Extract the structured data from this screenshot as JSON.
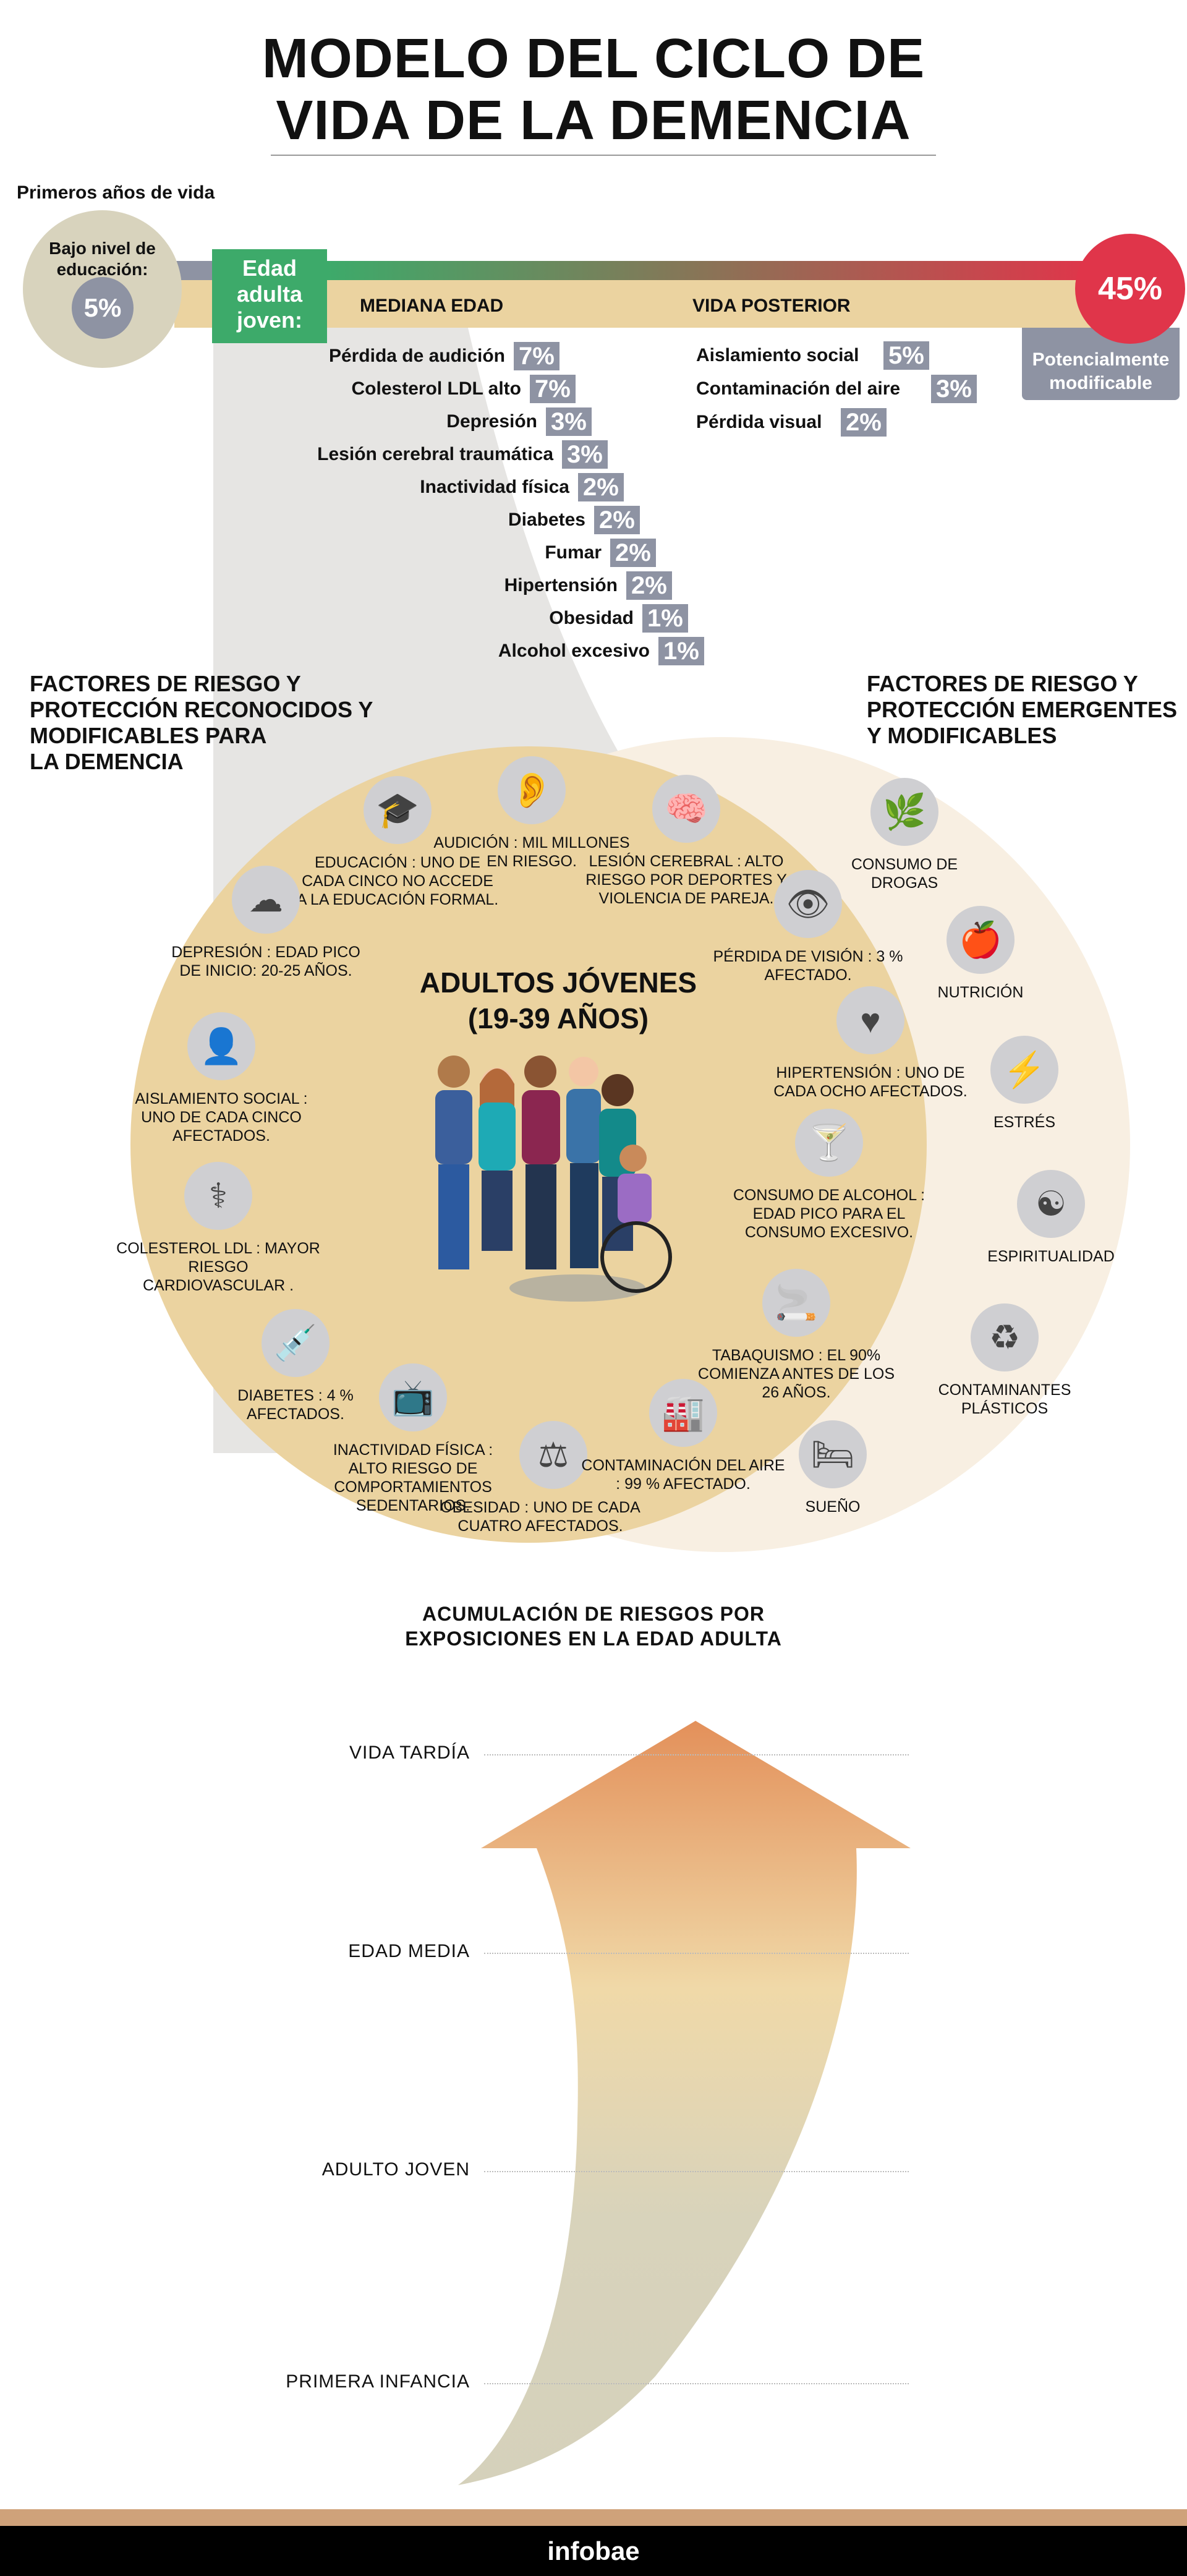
{
  "title": [
    "MODELO DEL CICLO DE",
    "VIDA DE LA DEMENCIA"
  ],
  "timeline": {
    "early_label": "Primeros años de vida",
    "early_factor": "Bajo nivel de educación:",
    "early_value": "5%",
    "young_adult_label": "Edad adulta joven:",
    "midlife_label": "MEDIANA EDAD",
    "later_label": "VIDA POSTERIOR",
    "total_value": "45%",
    "total_caption": "Potencialmente modificable"
  },
  "midlife_factors": [
    {
      "label": "Pérdida de audición",
      "value": "7%"
    },
    {
      "label": "Colesterol LDL alto",
      "value": "7%"
    },
    {
      "label": "Depresión",
      "value": "3%"
    },
    {
      "label": "Lesión cerebral traumática",
      "value": "3%"
    },
    {
      "label": "Inactividad física",
      "value": "2%"
    },
    {
      "label": "Diabetes",
      "value": "2%"
    },
    {
      "label": "Fumar",
      "value": "2%"
    },
    {
      "label": "Hipertensión",
      "value": "2%"
    },
    {
      "label": "Obesidad",
      "value": "1%"
    },
    {
      "label": "Alcohol excesivo",
      "value": "1%"
    }
  ],
  "later_factors": [
    {
      "label": "Aislamiento social",
      "value": "5%"
    },
    {
      "label": "Contaminación del aire",
      "value": "3%"
    },
    {
      "label": "Pérdida visual",
      "value": "2%"
    }
  ],
  "sections": {
    "recognized": [
      "FACTORES DE RIESGO Y",
      "PROTECCIÓN RECONOCIDOS Y",
      "MODIFICABLES PARA",
      "LA DEMENCIA"
    ],
    "emerging": [
      "FACTORES DE RIESGO Y",
      "PROTECCIÓN EMERGENTES",
      "Y MODIFICABLES"
    ]
  },
  "center_title": [
    "ADULTOS JÓVENES",
    "(19-39 AÑOS)"
  ],
  "young_adult_items": [
    {
      "icon": "education-icon",
      "text": "EDUCACIÓN : UNO DE CADA CINCO NO ACCEDE A LA EDUCACIÓN FORMAL."
    },
    {
      "icon": "hearing-icon",
      "text": "AUDICIÓN : MIL MILLONES EN RIESGO."
    },
    {
      "icon": "brain-icon",
      "text": "LESIÓN CEREBRAL : ALTO RIESGO POR DEPORTES Y VIOLENCIA DE PAREJA."
    },
    {
      "icon": "depression-icon",
      "text": "DEPRESIÓN : EDAD PICO DE INICIO: 20-25 AÑOS."
    },
    {
      "icon": "vision-icon",
      "text": "PÉRDIDA DE VISIÓN : 3 % AFECTADO."
    },
    {
      "icon": "hypertension-icon",
      "text": "HIPERTENSIÓN : UNO DE CADA OCHO AFECTADOS."
    },
    {
      "icon": "alcohol-icon",
      "text": "CONSUMO DE ALCOHOL : EDAD PICO PARA EL CONSUMO EXCESIVO."
    },
    {
      "icon": "isolation-icon",
      "text": "AISLAMIENTO SOCIAL : UNO DE CADA CINCO AFECTADOS."
    },
    {
      "icon": "cholesterol-icon",
      "text": "COLESTEROL LDL : MAYOR RIESGO CARDIOVASCULAR ."
    },
    {
      "icon": "diabetes-icon",
      "text": "DIABETES : 4 % AFECTADOS."
    },
    {
      "icon": "smoking-icon",
      "text": "TABAQUISMO : EL 90% COMIENZA ANTES DE LOS 26 AÑOS."
    },
    {
      "icon": "inactivity-icon",
      "text": "INACTIVIDAD FÍSICA : ALTO RIESGO DE COMPORTAMIENTOS SEDENTARIOS."
    },
    {
      "icon": "obesity-icon",
      "text": "OBESIDAD : UNO DE CADA CUATRO AFECTADOS."
    },
    {
      "icon": "pollution-icon",
      "text": "CONTAMINACIÓN DEL AIRE : 99 % AFECTADO."
    }
  ],
  "emerging_items": [
    {
      "icon": "drugs-icon",
      "text": "CONSUMO DE DROGAS"
    },
    {
      "icon": "nutrition-icon",
      "text": "NUTRICIÓN"
    },
    {
      "icon": "stress-icon",
      "text": "ESTRÉS"
    },
    {
      "icon": "spirituality-icon",
      "text": "ESPIRITUALIDAD"
    },
    {
      "icon": "plastics-icon",
      "text": "CONTAMINANTES PLÁSTICOS"
    },
    {
      "icon": "sleep-icon",
      "text": "SUEÑO"
    }
  ],
  "accumulation": {
    "title": [
      "ACUMULACIÓN DE RIESGOS POR",
      "EXPOSICIONES EN LA EDAD ADULTA"
    ],
    "stages": [
      "VIDA TARDÍA",
      "EDAD MEDIA",
      "ADULTO JOVEN",
      "PRIMERA INFANCIA"
    ]
  },
  "footer": {
    "brand": "infobae"
  },
  "colors": {
    "green": "#3daa6a",
    "red": "#e0354a",
    "tan": "#ebd3a0",
    "gray_badge": "#8e93a3",
    "cream": "#f8efe2",
    "arrow_top": "#e3905a",
    "arrow_bottom": "#d5d1bb"
  }
}
